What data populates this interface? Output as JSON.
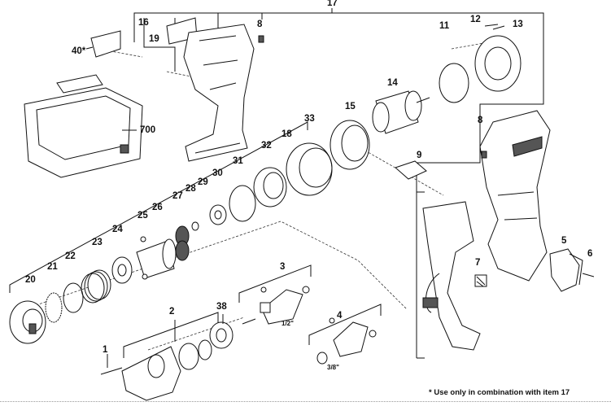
{
  "labels": {
    "p1": "1",
    "p2": "2",
    "p3": "3",
    "p4": "4",
    "p5": "5",
    "p6": "6",
    "p7": "7",
    "p8a": "8",
    "p8b": "8",
    "p9": "9",
    "p11": "11",
    "p12": "12",
    "p13": "13",
    "p14": "14",
    "p15": "15",
    "p16": "16",
    "p17": "17",
    "p18": "18",
    "p19": "19",
    "p20": "20",
    "p21": "21",
    "p22": "22",
    "p23": "23",
    "p24": "24",
    "p25": "25",
    "p26": "26",
    "p27": "27",
    "p28": "28",
    "p29": "29",
    "p30": "30",
    "p31": "31",
    "p32": "32",
    "p33": "33",
    "p38": "38",
    "p40": "40*",
    "p700": "700",
    "half_inch": "1/2\"",
    "three_eighths": "3/8\""
  },
  "footnote": "* Use only in combination with item 17"
}
